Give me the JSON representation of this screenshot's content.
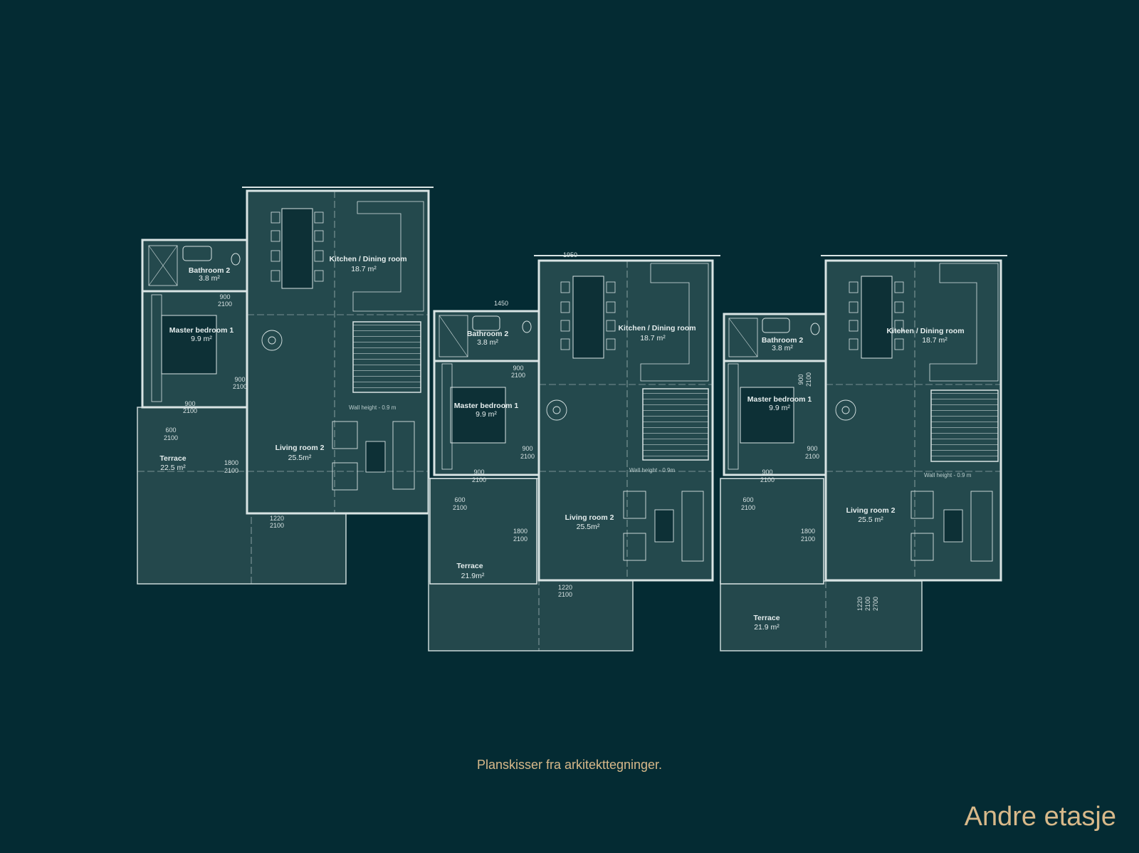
{
  "caption": "Planskisser fra arkitekttegninger.",
  "floor_title": "Andre etasje",
  "units": [
    {
      "rooms": {
        "bathroom": {
          "name": "Bathroom 2",
          "area": "3.8 m²"
        },
        "kitchen": {
          "name": "Kitchen / Dining room",
          "area": "18.7 m²"
        },
        "bedroom": {
          "name": "Master bedroom 1",
          "area": "9.9 m²"
        },
        "living": {
          "name": "Living room 2",
          "area": "25.5m²"
        },
        "terrace": {
          "name": "Terrace",
          "area": "22.5 m²"
        }
      },
      "wall_height": "Wall height - 0.9 m",
      "dims": [
        [
          "900",
          "2100"
        ],
        [
          "900",
          "2100"
        ],
        [
          "900",
          "2100"
        ],
        [
          "600",
          "2100"
        ],
        [
          "1800",
          "2100"
        ],
        [
          "1220",
          "2100"
        ]
      ]
    },
    {
      "rooms": {
        "bathroom": {
          "name": "Bathroom 2",
          "area": "3.8 m²"
        },
        "kitchen": {
          "name": "Kitchen / Dining room",
          "area": "18.7 m²"
        },
        "bedroom": {
          "name": "Master bedroom 1",
          "area": "9.9 m²"
        },
        "living": {
          "name": "Living room 2",
          "area": "25.5m²"
        },
        "terrace": {
          "name": "Terrace",
          "area": "21.9m²"
        }
      },
      "wall_height": "Wall height - 0.9m",
      "top_dims": [
        "1450",
        "1950"
      ],
      "dims": [
        [
          "900",
          "2100"
        ],
        [
          "900",
          "2100"
        ],
        [
          "900",
          "2100"
        ],
        [
          "600",
          "2100"
        ],
        [
          "1800",
          "2100"
        ],
        [
          "1220",
          "2100"
        ]
      ]
    },
    {
      "rooms": {
        "bathroom": {
          "name": "Bathroom 2",
          "area": "3.8 m²"
        },
        "kitchen": {
          "name": "Kitchen / Dining room",
          "area": "18.7 m²"
        },
        "bedroom": {
          "name": "Master bedroom 1",
          "area": "9.9 m²"
        },
        "living": {
          "name": "Living room 2",
          "area": "25.5 m²"
        },
        "terrace": {
          "name": "Terrace",
          "area": "21.9 m²"
        }
      },
      "wall_height": "Wall height - 0.9 m",
      "dims": [
        [
          "900",
          "2100"
        ],
        [
          "900",
          "2100"
        ],
        [
          "900",
          "2100"
        ],
        [
          "600",
          "2100"
        ],
        [
          "1800",
          "2100"
        ]
      ],
      "vertical_dims": [
        "1220",
        "2100",
        "2700"
      ]
    }
  ]
}
